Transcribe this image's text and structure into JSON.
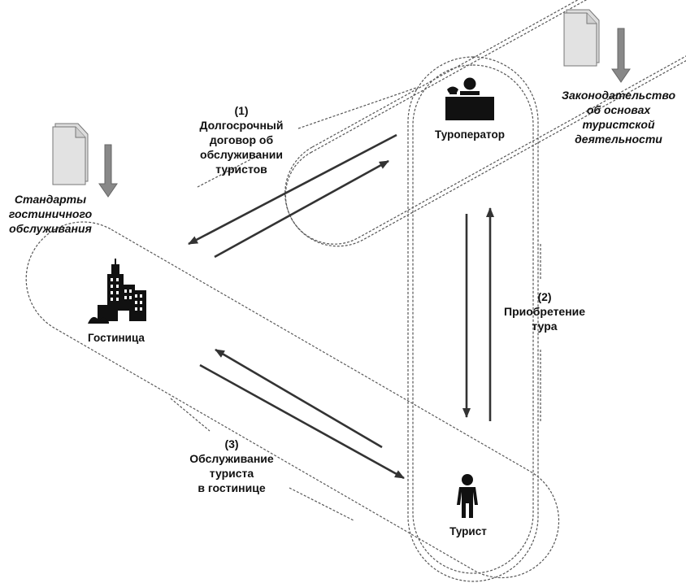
{
  "nodes": {
    "tour_operator": {
      "label": "Туроператор"
    },
    "hotel": {
      "label": "Гостиница"
    },
    "tourist": {
      "label": "Турист"
    }
  },
  "relations": {
    "contract": {
      "number": "(1)",
      "lines": [
        "Долгосрочный",
        "договор об",
        "обслуживании",
        "туристов"
      ]
    },
    "purchase": {
      "number": "(2)",
      "lines": [
        "Приобретение",
        "тура"
      ]
    },
    "service": {
      "number": "(3)",
      "lines": [
        "Обслуживание",
        "туриста",
        "в гостинице"
      ]
    }
  },
  "regulations": {
    "legislation": {
      "lines": [
        "Законодательство",
        "об основах",
        "туристской",
        "деятельности"
      ]
    },
    "hotel_standards": {
      "lines": [
        "Стандарты",
        "гостиничного",
        "обслуживания"
      ]
    }
  },
  "icons": [
    "tour-operator-icon",
    "hotel-building-icon",
    "tourist-person-icon",
    "document-icon",
    "down-arrow-icon"
  ],
  "colors": {
    "line": "#333333",
    "arrow_fill": "#888888",
    "document_fill": "#dddddd"
  }
}
